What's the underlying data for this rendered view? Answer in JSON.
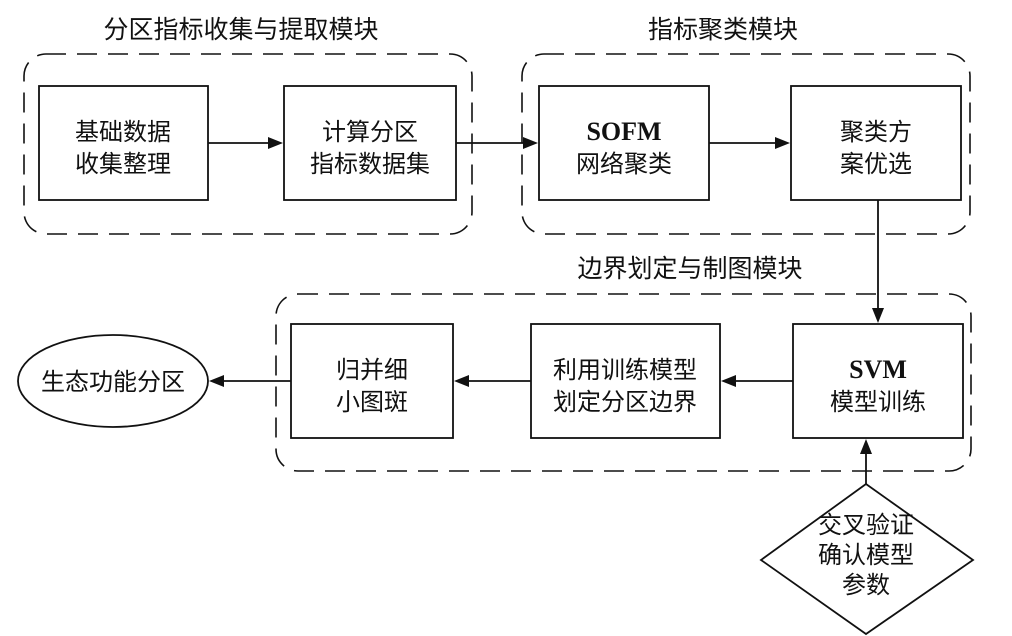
{
  "modules": {
    "collect": {
      "title": "分区指标收集与提取模块"
    },
    "cluster": {
      "title": "指标聚类模块"
    },
    "boundary": {
      "title": "边界划定与制图模块"
    }
  },
  "nodes": {
    "basic_data": {
      "line1": "基础数据",
      "line2": "收集整理"
    },
    "compute_index": {
      "line1": "计算分区",
      "line2": "指标数据集"
    },
    "sofm": {
      "line1": "SOFM",
      "line2": "网络聚类"
    },
    "cluster_select": {
      "line1": "聚类方",
      "line2": "案优选"
    },
    "svm": {
      "line1": "SVM",
      "line2": "模型训练"
    },
    "boundary_draw": {
      "line1": "利用训练模型",
      "line2": "划定分区边界"
    },
    "merge": {
      "line1": "归并细",
      "line2": "小图斑"
    },
    "result": {
      "label": "生态功能分区"
    },
    "cross_validation": {
      "line1": "交叉验证",
      "line2": "确认模型",
      "line3": "参数"
    }
  }
}
